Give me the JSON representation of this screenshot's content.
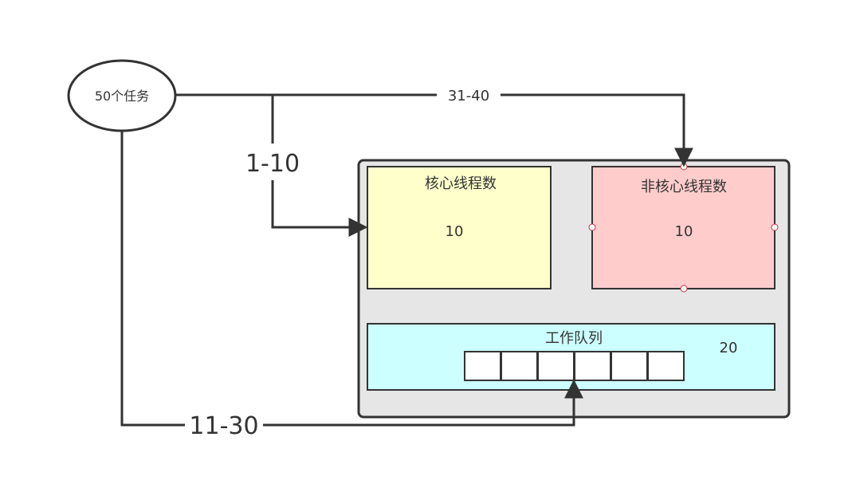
{
  "diagram": {
    "source": {
      "label": "50个任务"
    },
    "pool": {
      "core": {
        "title": "核心线程数",
        "count": "10",
        "fill": "#ffffcc"
      },
      "noncore": {
        "title": "非核心线程数",
        "count": "10",
        "fill": "#ffcccc"
      },
      "queue": {
        "title": "工作队列",
        "capacity": "20",
        "fill": "#ccffff",
        "slot_count": 6
      },
      "container_fill": "#e6e6e6"
    },
    "edges": [
      {
        "id": "to-core",
        "label": "1-10"
      },
      {
        "id": "to-queue",
        "label": "11-30"
      },
      {
        "id": "to-noncore",
        "label": "31-40"
      }
    ],
    "colors": {
      "stroke": "#333333",
      "line": "#333333"
    }
  }
}
